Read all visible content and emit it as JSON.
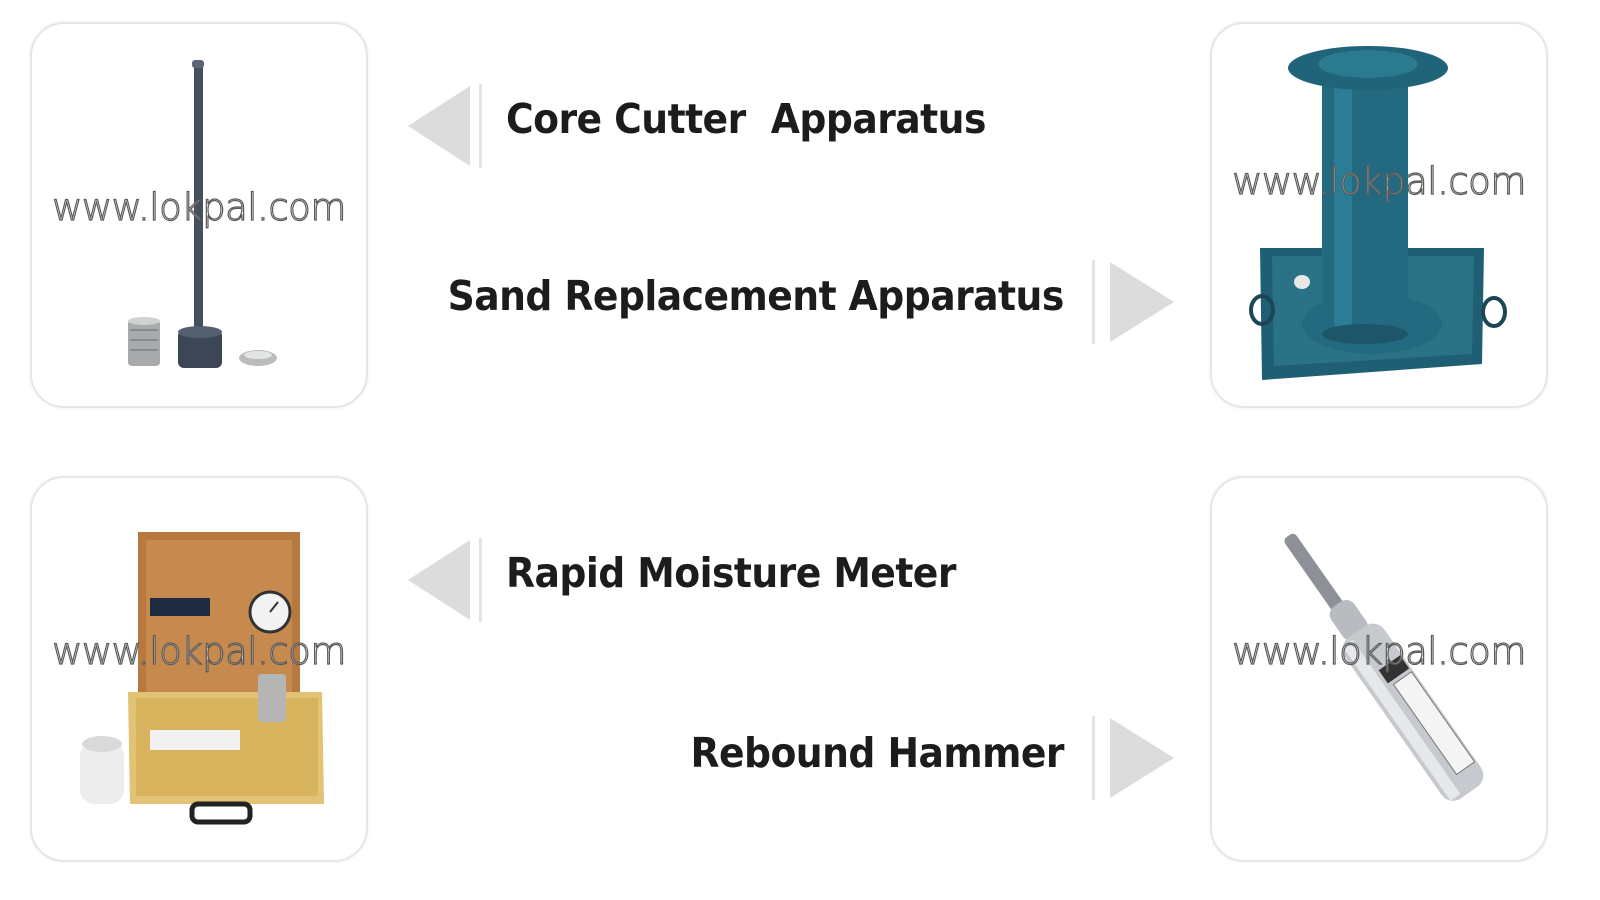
{
  "watermark": "www.lokpal.com",
  "items": [
    {
      "label": "Core Cutter  Apparatus",
      "icon": "core-cutter-image",
      "pointer": "arrow-left-icon"
    },
    {
      "label": "Sand Replacement Apparatus",
      "icon": "sand-replacement-image",
      "pointer": "arrow-right-icon"
    },
    {
      "label": "Rapid Moisture Meter",
      "icon": "rapid-moisture-meter-image",
      "pointer": "arrow-left-icon"
    },
    {
      "label": "Rebound Hammer",
      "icon": "rebound-hammer-image",
      "pointer": "arrow-right-icon"
    }
  ],
  "colors": {
    "card_border": "#e6e6e6",
    "arrow": "#dcdcdc",
    "text": "#1c1c1c"
  }
}
